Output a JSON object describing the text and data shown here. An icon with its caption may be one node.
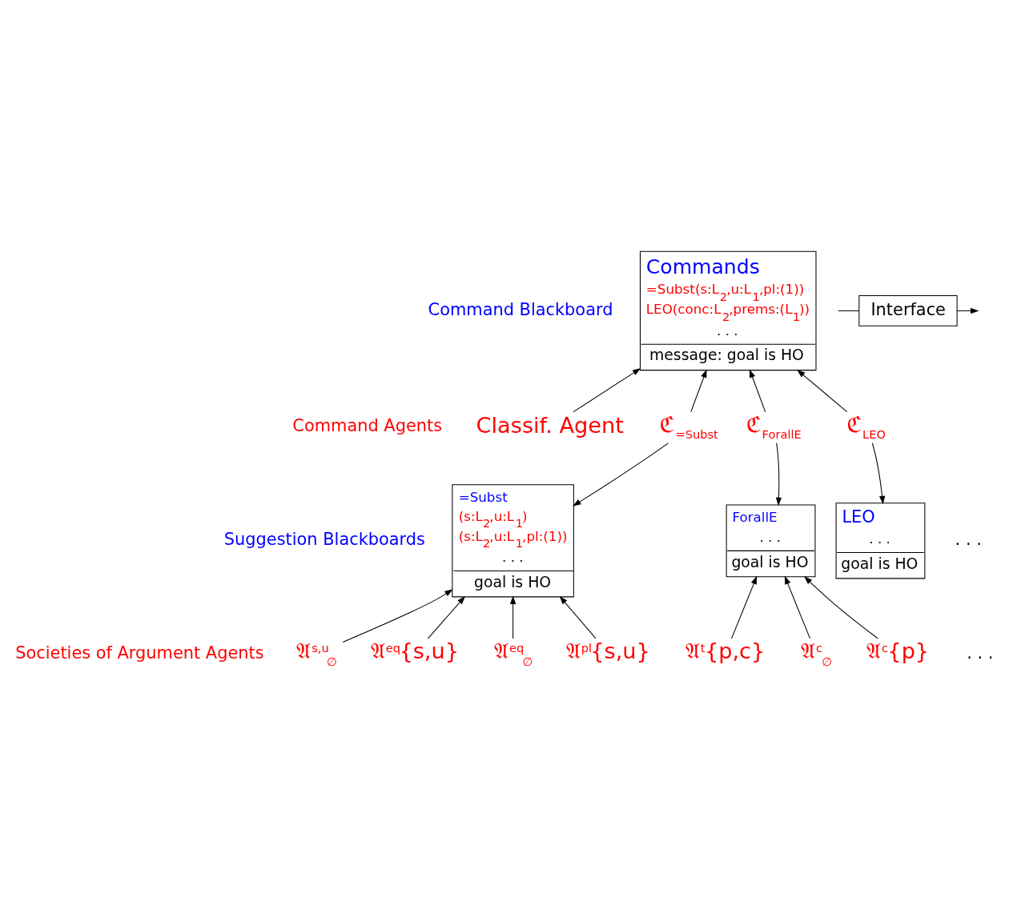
{
  "diagram": {
    "nodes": [
      {
        "text": [
          "Commands",
          "=Subst(s:L$_{2}$,u:L$_{1}$,pl:(1))",
          "LEO(conc:L$_{2}$,prems:(L$_{1}$))",
          ". . .",
          "message: goal is HO"
        ]
      },
      {
        "text": [
          "Interface"
        ]
      },
      {
        "text": [
          "Classif. Agent"
        ]
      },
      {
        "text": [
          "ℭ$_{=Subst}$"
        ]
      },
      {
        "text": [
          "ℭ$_{ForallE}$"
        ]
      },
      {
        "text": [
          "ℭ$_{LEO}$"
        ]
      },
      {
        "text": [
          "=Subst",
          "(s:L$_{2}$,u:L$_{1}$)",
          "(s:L$_{2}$,u:L$_{1}$,pl:(1))",
          ". . .",
          "goal is HO"
        ]
      },
      {
        "text": [
          "ForallE",
          ". . .",
          "goal is HO"
        ]
      },
      {
        "text": [
          "LEO",
          ". . .",
          "goal is HO"
        ]
      },
      {
        "text": [
          "𝔄$^{s,u}$$_{∅}$"
        ]
      },
      {
        "text": [
          "𝔄$^{eq}${s,u}"
        ]
      },
      {
        "text": [
          "𝔄$^{eq}$$_{∅}$"
        ]
      },
      {
        "text": [
          "𝔄$^{pl}${s,u}"
        ]
      },
      {
        "text": [
          "𝔄$^{t}${p,c}"
        ]
      },
      {
        "text": [
          "𝔄$^{c}$$_{∅}$"
        ]
      },
      {
        "text": [
          "𝔄$^{c}${p}"
        ]
      }
    ],
    "edges": [
      {
        "from": null,
        "to": 1,
        "arrow": "none"
      },
      {
        "from": 1,
        "to": null,
        "arrow": "to"
      },
      {
        "from": 2,
        "to": 0,
        "arrow": "to"
      },
      {
        "from": 3,
        "to": 0,
        "arrow": "to"
      },
      {
        "from": 4,
        "to": 0,
        "arrow": "to"
      },
      {
        "from": 5,
        "to": 0,
        "arrow": "to"
      },
      {
        "from": 3,
        "to": 6,
        "arrow": "to"
      },
      {
        "from": 4,
        "to": 7,
        "arrow": "to"
      },
      {
        "from": 5,
        "to": 8,
        "arrow": "to"
      },
      {
        "from": 9,
        "to": 6,
        "arrow": "to"
      },
      {
        "from": 10,
        "to": 6,
        "arrow": "to"
      },
      {
        "from": 11,
        "to": 6,
        "arrow": "to"
      },
      {
        "from": 12,
        "to": 6,
        "arrow": "to"
      },
      {
        "from": 13,
        "to": 7,
        "arrow": "to"
      },
      {
        "from": 14,
        "to": 7,
        "arrow": "to"
      },
      {
        "from": 15,
        "to": 7,
        "arrow": "to"
      }
    ],
    "labels": [
      "Command Blackboard",
      "Command Agents",
      "Suggestion Blackboards",
      ". . .",
      "Societies of Argument Agents",
      ". . ."
    ]
  }
}
